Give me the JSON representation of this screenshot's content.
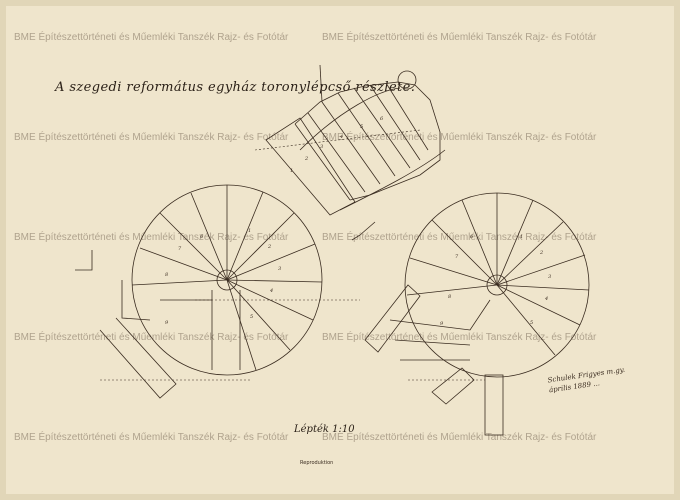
{
  "drawing": {
    "title": "A szegedi református egyház toronylépcső részlete.",
    "scale": "Lépték 1:10",
    "signature_line1": "Schulek Frigyes m.gy.",
    "signature_line2": "április 1889 ...",
    "bottom_stamp": "Reproduktion"
  },
  "watermark": {
    "text": "BME Építészettörténeti és Műemléki Tanszék Rajz- és Fotótár"
  },
  "colors": {
    "paper": "#efe5cc",
    "ink": "#2b2118",
    "watermark": "#9a8c78"
  }
}
